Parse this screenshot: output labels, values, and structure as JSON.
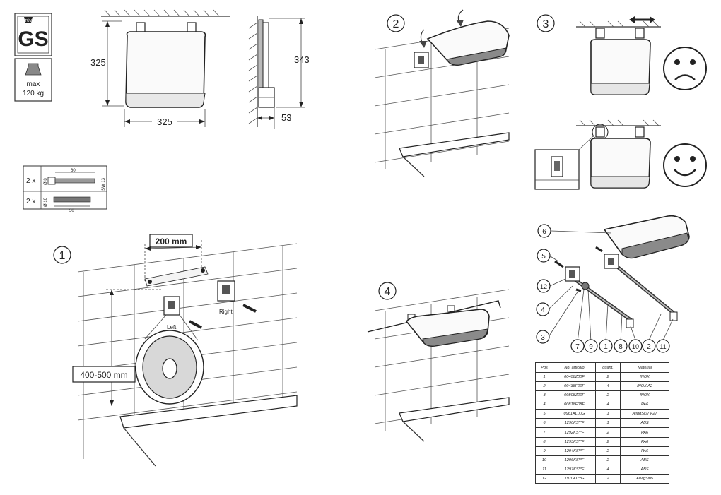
{
  "certification": {
    "gs_badge": "GS",
    "tuv_text": "TÜV",
    "max_load_label": "max",
    "max_load_value": "120 kg"
  },
  "dimensions": {
    "height_front": "325",
    "width_front": "325",
    "height_side": "343",
    "depth_side": "53"
  },
  "fixings": [
    {
      "quantity": "2 x",
      "diameter": "Ø 8",
      "length": "60",
      "spanner": "SW 13"
    },
    {
      "quantity": "2 x",
      "diameter": "Ø 10",
      "length": "50"
    }
  ],
  "steps": [
    "1",
    "2",
    "3",
    "4"
  ],
  "step1": {
    "spacing_label": "200 mm",
    "height_label": "400-500 mm",
    "left_label": "Left",
    "right_label": "Right"
  },
  "parts_callouts": [
    "6",
    "5",
    "12",
    "4",
    "3",
    "7",
    "9",
    "1",
    "8",
    "10",
    "2",
    "11"
  ],
  "parts_table": {
    "headers": [
      "Pos",
      "No. articolo",
      "quant.",
      "Material"
    ],
    "rows": [
      [
        "1",
        "00408Z00F",
        "2",
        "INOX"
      ],
      [
        "2",
        "00438F00F",
        "4",
        "INOX A2"
      ],
      [
        "3",
        "00808Z00F",
        "2",
        "INOX"
      ],
      [
        "4",
        "00818F08F",
        "4",
        "PA6"
      ],
      [
        "5",
        "0961AL00G",
        "1",
        "AlMgSi07 F27"
      ],
      [
        "6",
        "1290KS**F",
        "1",
        "ABS"
      ],
      [
        "7",
        "1292KS**F",
        "2",
        "PA6"
      ],
      [
        "8",
        "1293KS**F",
        "2",
        "PA6"
      ],
      [
        "9",
        "1294KS**F",
        "2",
        "PA6"
      ],
      [
        "10",
        "1296KS**F",
        "2",
        "ABS"
      ],
      [
        "11",
        "1297KS**F",
        "4",
        "ABS"
      ],
      [
        "12",
        "1970AL**G",
        "2",
        "AlMgSi05"
      ]
    ]
  }
}
